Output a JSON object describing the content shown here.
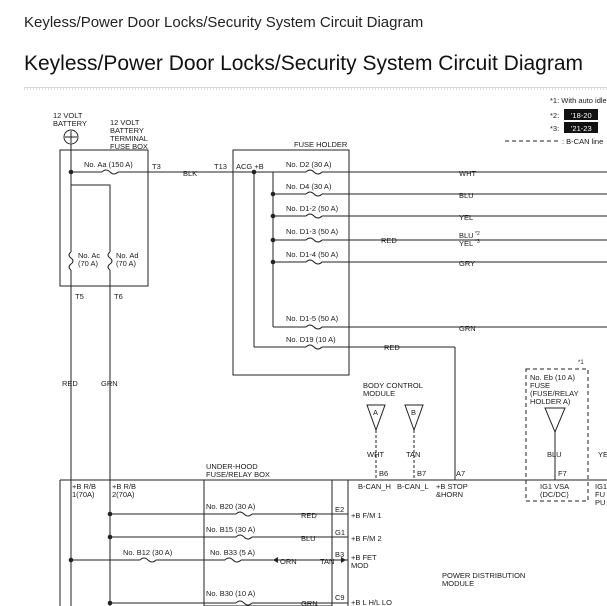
{
  "breadcrumb": "Keyless/Power Door Locks/Security System Circuit Diagram",
  "title": "Keyless/Power Door Locks/Security System Circuit Diagram",
  "legend": {
    "note1": "*1: With auto idle",
    "note2_key": "*2:",
    "note2_val": "'18-20",
    "note3_key": "*3:",
    "note3_val": "'21-23",
    "bcan": ": B-CAN line"
  },
  "battery": {
    "l1": "12 VOLT",
    "l2": "BATTERY"
  },
  "terminal_box": {
    "l1": "12 VOLT",
    "l2": "BATTERY",
    "l3": "TERMINAL",
    "l4": "FUSE BOX"
  },
  "fuses": {
    "aa": "No. Aa (150 A)",
    "ac_1": "No. Ac",
    "ac_2": "(70 A)",
    "ad_1": "No. Ad",
    "ad_2": "(70 A)",
    "d2": "No. D2 (30 A)",
    "d4": "No. D4 (30 A)",
    "d1_2": "No. D1-2 (50 A)",
    "d1_3": "No. D1-3 (50 A)",
    "d1_4": "No. D1-4 (50 A)",
    "d1_5": "No. D1-5 (50 A)",
    "d19": "No. D19 (10 A)",
    "b20": "No. B20 (30 A)",
    "b15": "No. B15 (30 A)",
    "b12": "No. B12 (30 A)",
    "b33": "No. B33 (5 A)",
    "b30": "No. B30 (10 A)",
    "eb_1": "No. Eb (10 A)",
    "eb_2": "FUSE",
    "eb_3": "(FUSE/RELAY",
    "eb_4": "HOLDER A)"
  },
  "terminals": {
    "t3": "T3",
    "t13": "T13",
    "t5": "T5",
    "t6": "T6",
    "b6": "B6",
    "b7": "B7",
    "a7": "A7",
    "f7": "F7",
    "e2": "E2",
    "g1": "G1",
    "b3": "B3",
    "c9": "C9"
  },
  "wires": {
    "blk": "BLK",
    "wht": "WHT",
    "blu": "BLU",
    "yel": "YEL",
    "red": "RED",
    "blu_yel_1": "BLU",
    "blu_yel_2": "YEL",
    "gry": "GRY",
    "grn": "GRN",
    "orn": "ORN",
    "tan": "TAN",
    "ye_cut": "YE"
  },
  "fuse_holder": {
    "label": "FUSE HOLDER",
    "acg": "ACG +B"
  },
  "bcm": {
    "l1": "BODY CONTROL",
    "l2": "MODULE",
    "conn_a": "A",
    "conn_b": "B",
    "can_h": "B-CAN_H",
    "can_l": "B-CAN_L",
    "stop_1": "+B STOP",
    "stop_2": "&HORN"
  },
  "ig1vsa": {
    "l1": "IG1 VSA",
    "l2": "(DC/DC)",
    "cut_1": "IG1",
    "cut_2": "FU",
    "cut_3": "PU"
  },
  "underhood": {
    "l1": "UNDER-HOOD",
    "l2": "FUSE/RELAY BOX",
    "rb1_1": "+B R/B",
    "rb1_2": "1(70A)",
    "rb2_1": "+B R/B",
    "rb2_2": "2(70A)"
  },
  "pdm": {
    "fm1": "+B F/M 1",
    "fm2": "+B F/M 2",
    "fet_1": "+B FET",
    "fet_2": "MOD",
    "hlo": "+B L H/L LO",
    "name_1": "POWER DISTRIBUTION",
    "name_2": "MODULE"
  },
  "superscripts": {
    "s1": "*1",
    "s2": "*2",
    "s3": "*3"
  }
}
